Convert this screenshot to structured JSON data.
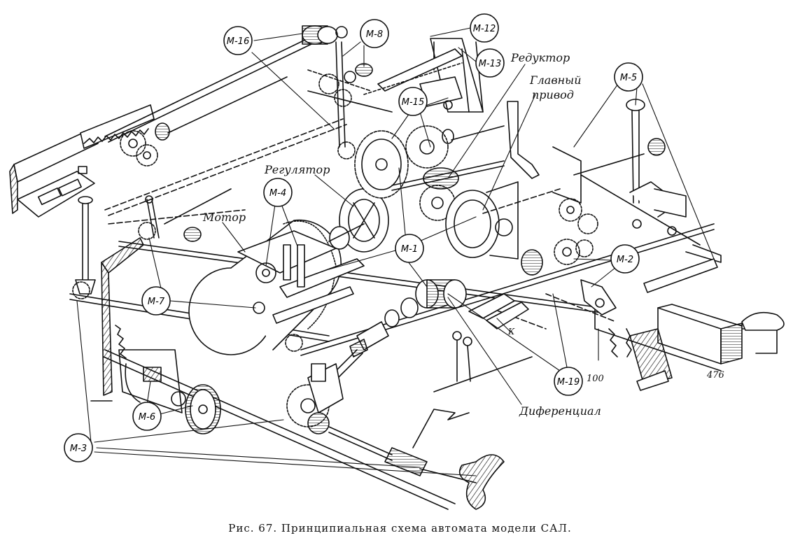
{
  "caption": "Рис. 67. Принципиальная схема автомата модели САЛ.",
  "circle_labels": [
    "M-16",
    "M-8",
    "M-12",
    "M-13",
    "M-15",
    "M-5",
    "M-4",
    "M-1",
    "M-2",
    "M-7",
    "M-6",
    "M-3",
    "M-19"
  ],
  "text_labels": {
    "reduktor": "Редуктор",
    "glavny": "Главный",
    "privod": "привод",
    "regulyator": "Регулятор",
    "motor": "Мотор",
    "k": "К",
    "sto": "100",
    "n476": "476",
    "diferencial": "Диференциал"
  },
  "colors": {
    "ink": "#111111",
    "paper": "#ffffff"
  }
}
